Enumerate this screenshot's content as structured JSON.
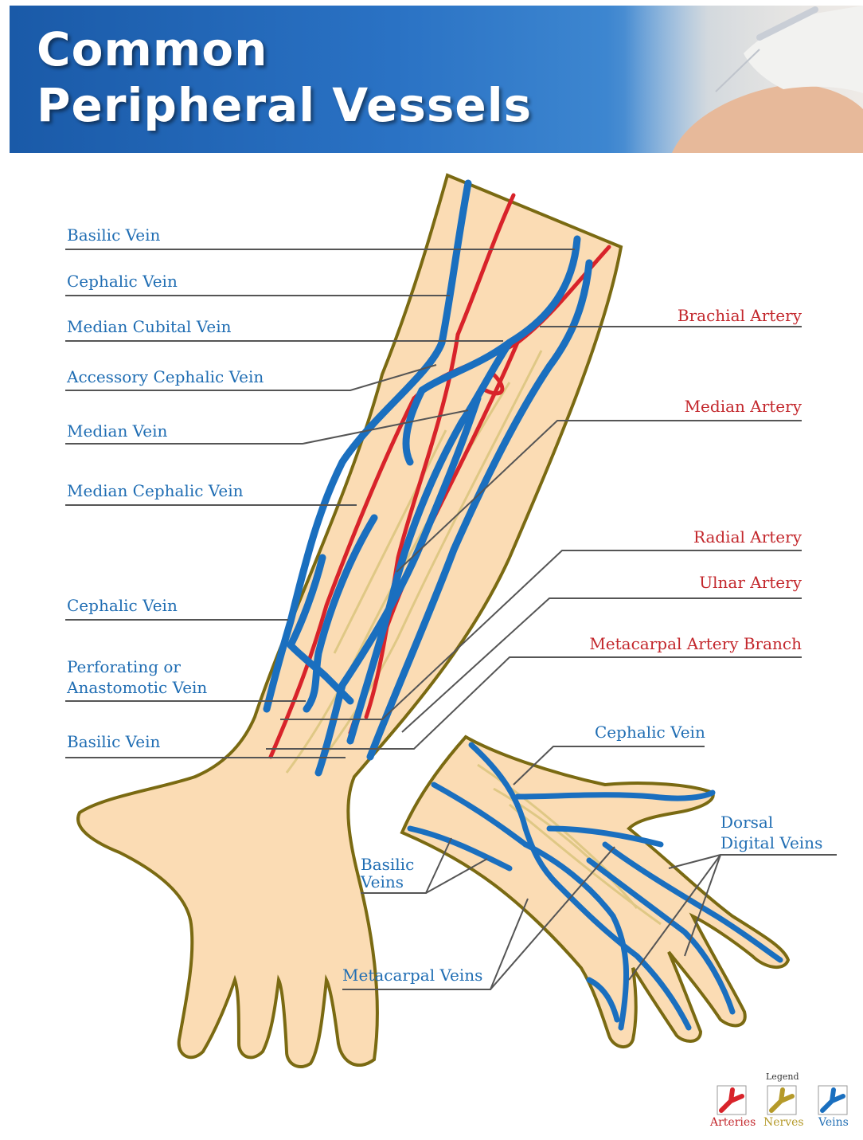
{
  "title": {
    "line1": "Common",
    "line2": "Peripheral Vessels"
  },
  "labels": {
    "basilic_vein_top": "Basilic Vein",
    "cephalic_vein_top": "Cephalic Vein",
    "median_cubital_vein": "Median Cubital Vein",
    "accessory_cephalic_vein": "Accessory Cephalic Vein",
    "median_vein": "Median Vein",
    "median_cephalic_vein": "Median Cephalic Vein",
    "cephalic_vein_forearm": "Cephalic Vein",
    "perforating_line1": "Perforating or",
    "perforating_line2": "Anastomotic Vein",
    "basilic_vein_wrist": "Basilic Vein",
    "brachial_artery": "Brachial Artery",
    "median_artery": "Median Artery",
    "radial_artery": "Radial Artery",
    "ulnar_artery": "Ulnar Artery",
    "metacarpal_artery_branch": "Metacarpal Artery Branch",
    "cephalic_vein_hand": "Cephalic Vein",
    "dorsal_line1": "Dorsal",
    "dorsal_line2": "Digital  Veins",
    "basilic_veins_line1": "Basilic",
    "basilic_veins_line2": "Veins",
    "metacarpal_veins": "Metacarpal Veins"
  },
  "legend": {
    "title": "Legend",
    "arteries": "Arteries",
    "nerves": "Nerves",
    "veins": "Veins"
  },
  "colors": {
    "vein": "#1f6db3",
    "artery": "#c3272c",
    "nerve": "#b59a2a",
    "skin": "#fbdcb4",
    "outline": "#7a6a12"
  }
}
